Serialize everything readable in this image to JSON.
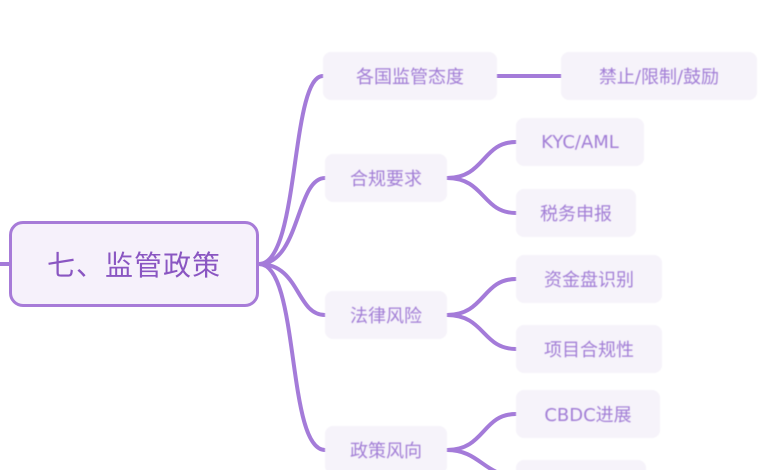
{
  "mindmap": {
    "root": {
      "label": "七、监管政策"
    },
    "branches": [
      {
        "label": "各国监管态度",
        "children": [
          "禁止/限制/鼓励"
        ]
      },
      {
        "label": "合规要求",
        "children": [
          "KYC/AML",
          "税务申报"
        ]
      },
      {
        "label": "法律风险",
        "children": [
          "资金盘识别",
          "项目合规性"
        ]
      },
      {
        "label": "政策风向",
        "children": [
          "CBDC进展",
          ""
        ]
      }
    ]
  },
  "colors": {
    "edge": "#a47bd9",
    "node_fill": "#f6f3fa",
    "root_border": "#a77bd8",
    "root_text": "#8a56c2",
    "node_text": "#a27ed6"
  }
}
